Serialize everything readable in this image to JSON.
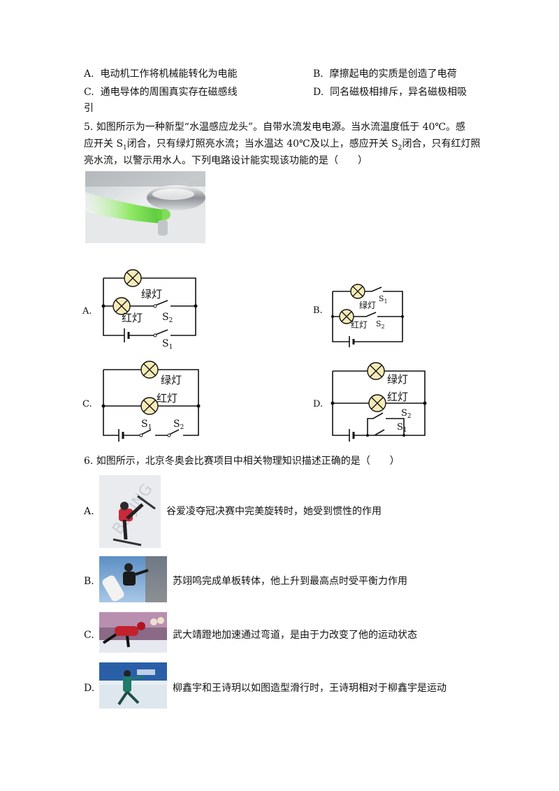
{
  "q4": {
    "optA": "A.  电动机工作将机械能转化为电能",
    "optB": "B.  摩擦起电的实质是创造了电荷",
    "optC": "C.  通电导体的周围真实存在磁感线",
    "optD": "D.  同名磁极相排斥，异名磁极相吸",
    "optD_wrap": "引"
  },
  "q5": {
    "line1": "5. 如图所示为一种新型“水温感应龙头”。自带水流发电电源。当水流温度低于 40℃。感",
    "line2_a": "应开关 S",
    "line2_sub1": "1",
    "line2_b": "闭合，只有绿灯照亮水流；当水温达 40℃及以上，感应开关 S",
    "line2_sub2": "2",
    "line2_c": "闭合，只有红灯照",
    "line3": "亮水流，以警示用水人。下列电路设计能实现该功能的是（　　）",
    "labels": {
      "a": "A.",
      "b": "B.",
      "c": "C.",
      "d": "D."
    },
    "circuit_text": {
      "green": "绿灯",
      "red": "红灯",
      "s": "S",
      "sub1": "1",
      "sub2": "2"
    }
  },
  "q6": {
    "stem": "6. 如图所示，北京冬奥会比赛项目中相关物理知识描述正确的是（　　）",
    "options": [
      {
        "label": "A.",
        "text": "谷爱凌夺冠决赛中完美旋转时，她受到惯性的作用"
      },
      {
        "label": "B.",
        "text": "苏翊鸣完成单板转体，他上升到最高点时受平衡力作用"
      },
      {
        "label": "C.",
        "text": "武大靖蹬地加速通过弯道，是由于力改变了他的运动状态"
      },
      {
        "label": "D.",
        "text": "柳鑫宇和王诗玥以如图造型滑行时，王诗玥相对于柳鑫宇是运动"
      }
    ]
  },
  "colors": {
    "lamp_fill": "#f7ecb8",
    "faucet_glow": "#5fd12f"
  }
}
